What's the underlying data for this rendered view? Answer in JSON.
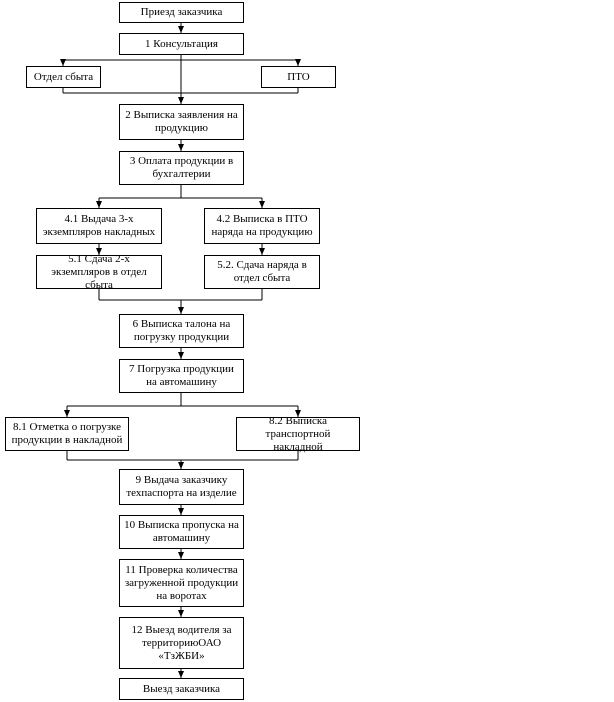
{
  "diagram": {
    "nodes": {
      "arrival": "Приезд заказчика",
      "consult": "1 Консультация",
      "sales_dept": "Отдел сбыта",
      "pto": "ПТО",
      "application": "2 Выписка заявления на продукцию",
      "payment": "3 Оплата продукции в бухгалтерии",
      "issue_invoices": "4.1 Выдача 3-х экземпляров накладных",
      "pto_order": "4.2 Выписка в ПТО наряда на продукцию",
      "hand_invoices": "5.1 Сдача 2-х экземпляров в отдел сбыта",
      "hand_order": "5.2. Сдача наряда в отдел сбыта",
      "loading_ticket": "6 Выписка талона на погрузку продукции",
      "loading": "7 Погрузка продукции на автомашину",
      "loading_mark": "8.1 Отметка о погрузке продукции в накладной",
      "waybill": "8.2 Выписка транспортной накладной",
      "passport": "9 Выдача заказчику техпаспорта на изделие",
      "vehicle_pass": "10 Выписка пропуска на автомашину",
      "gate_check": "11 Проверка количества загруженной продукции на воротах",
      "exit_territory": "12 Выезд водителя за территориюОАО «ТзЖБИ»",
      "departure": "Выезд заказчика"
    }
  }
}
